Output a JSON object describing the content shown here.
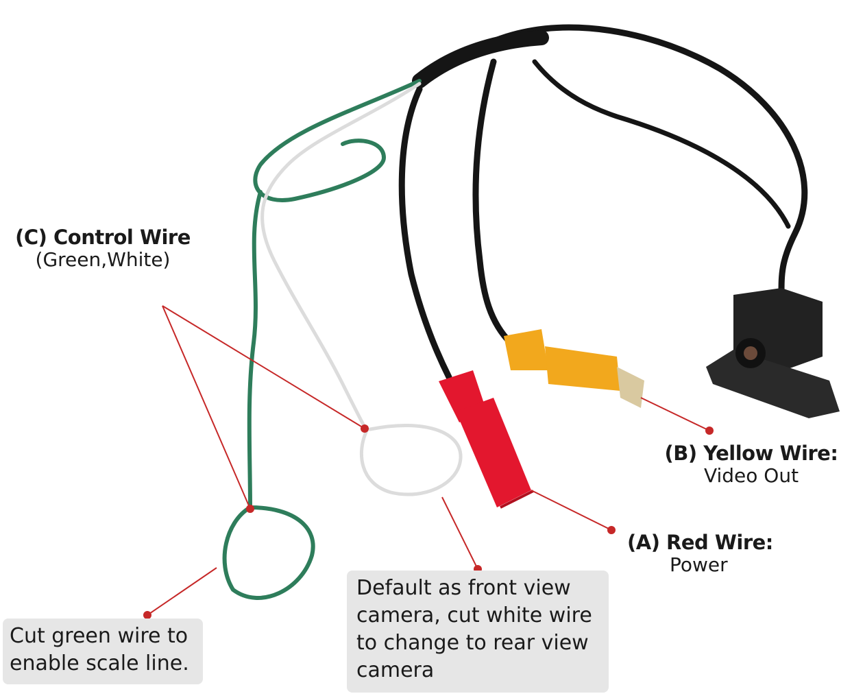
{
  "labels": {
    "control_wire": {
      "title": "(C) Control Wire",
      "sub": "(Green,White)"
    },
    "yellow_wire": {
      "title": "(B) Yellow Wire:",
      "sub": "Video Out"
    },
    "red_wire": {
      "title": "(A) Red Wire:",
      "sub": "Power"
    }
  },
  "notes": {
    "green": [
      "Cut green wire to",
      "enable scale line."
    ],
    "white": [
      "Default as front view",
      "camera, cut white wire",
      "to change to rear view",
      "camera"
    ]
  },
  "colors": {
    "callout": "#c62828",
    "green_wire": "#2e7d5b",
    "white_wire": "#dcdcdc",
    "black_cable": "#151515",
    "red_connector": "#e3172e",
    "yellow_connector": "#f2a81d",
    "note_bg": "#e6e6e6"
  }
}
